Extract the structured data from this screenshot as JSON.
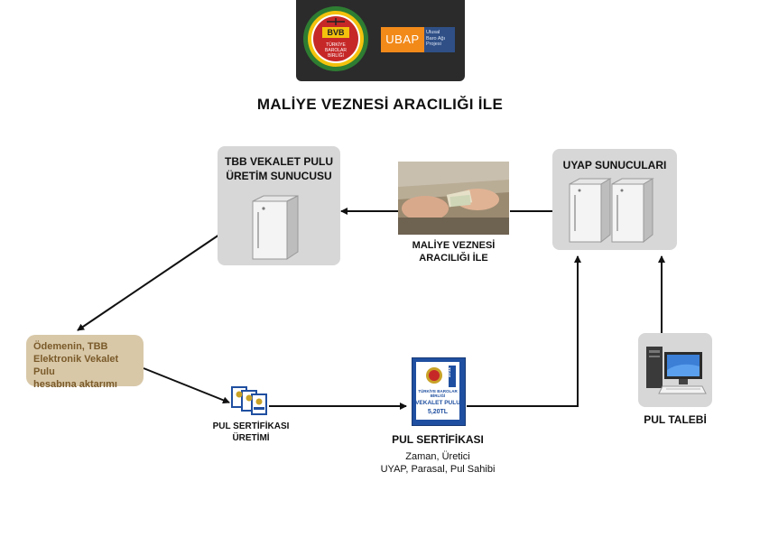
{
  "header": {
    "seal_text": [
      "TÜRKİYE",
      "BAROLAR",
      "BİRLİĞİ"
    ],
    "ubap_main": "UBAP",
    "ubap_side": [
      "Ulusal",
      "Baro Ağı",
      "Projesi"
    ],
    "colors": {
      "header_bg": "#2b2b2b",
      "ubap_orange": "#f28a1a",
      "ubap_blue": "#2f4f86"
    }
  },
  "title": "MALİYE VEZNESİ ARACILIĞI İLE",
  "nodes": {
    "tbb_server": {
      "label_line1": "TBB VEKALET PULU",
      "label_line2": "ÜRETİM SUNUCUSU",
      "icon": "server-icon"
    },
    "uyap_servers": {
      "label": "UYAP SUNUCULARI",
      "icon": "server-icon"
    },
    "cashier": {
      "label_line1": "MALİYE VEZNESİ",
      "label_line2": "ARACILIĞI İLE",
      "icon": "cash-exchange-photo"
    },
    "payment": {
      "line1": "Ödemenin, TBB",
      "line2": "Elektronik Vekalet Pulu",
      "line3": "hesabına aktarımı"
    },
    "cert_generation": {
      "line1": "PUL SERTİFİKASI",
      "line2": "ÜRETİMİ",
      "icon": "certificates-icon"
    },
    "certificate": {
      "title": "PUL SERTİFİKASI",
      "detail1": "Zaman, Üretici",
      "detail2": "UYAP, Parasal, Pul Sahibi",
      "stamp_top": "TÜRKİYE BAROLAR BİRLİĞİ",
      "stamp_main": "VEKALET PULU",
      "stamp_price": "5,20TL",
      "stamp_year": "2011"
    },
    "request": {
      "label": "PUL TALEBİ",
      "icon": "computer-icon"
    }
  },
  "colors": {
    "gray_box": "#d7d7d7",
    "payment_box": "#d8c8a8",
    "payment_text": "#7a5a2a",
    "arrow": "#111111"
  }
}
